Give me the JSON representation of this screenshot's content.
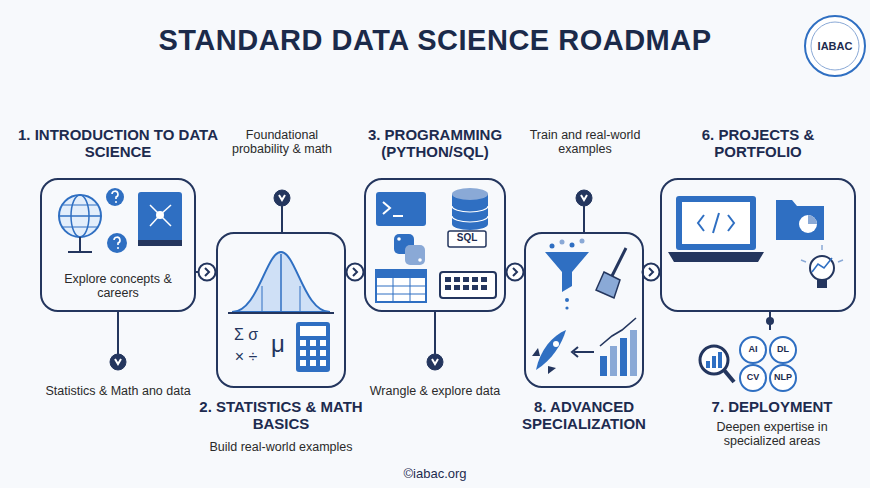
{
  "diagram": {
    "title": "STANDARD DATA SCIENCE ROADMAP",
    "caption": "©iabac.org",
    "nodes": [
      {
        "text": [
          "1. INTRODUCTION TO DATA SCIENCE",
          "Explore concepts & careers"
        ]
      },
      {
        "text": [
          "2. STATISTICS & MATH BASICS",
          "Build real-world examples"
        ]
      },
      {
        "text": [
          "3. PROGRAMMING (PYTHON/SQL)"
        ]
      },
      {
        "text": [
          "8. ADVANCED SPECIALIZATION"
        ]
      },
      {
        "text": [
          "6. PROJECTS & PORTFOLIO"
        ]
      },
      {
        "text": [
          "7. DEPLOYMENT",
          "Deepen expertise in specialized areas"
        ]
      }
    ],
    "edges": [
      {
        "from": 0,
        "to": 1,
        "arrow": "to"
      },
      {
        "from": 1,
        "to": 2,
        "arrow": "to"
      },
      {
        "from": 2,
        "to": 3,
        "arrow": "to"
      },
      {
        "from": 3,
        "to": 4,
        "arrow": "to"
      },
      {
        "from": 4,
        "to": 5,
        "arrow": "none"
      }
    ],
    "labels": [
      "Statistics & Math ano data",
      "Foundational probability & math",
      "Wrangle & explore data",
      "Train and real-world examples",
      "SQL",
      "Σ σ",
      "× ÷",
      "μ",
      "AI",
      "DL",
      "CV",
      "NLP",
      "IABAC"
    ]
  }
}
